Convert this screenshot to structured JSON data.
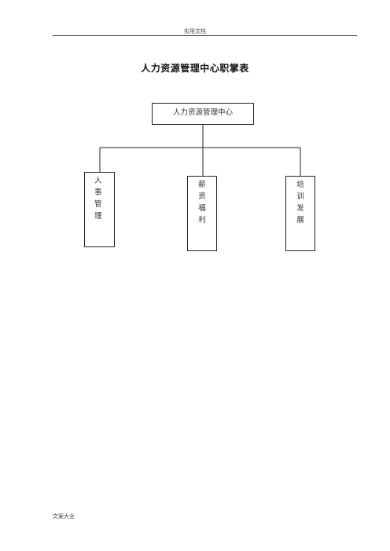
{
  "header": {
    "text": "实用文档"
  },
  "title": "人力资源管理中心职掌表",
  "org_chart": {
    "root": "人力资源管理中心",
    "children": [
      {
        "chars": [
          "人",
          "事",
          "管",
          "理"
        ]
      },
      {
        "chars": [
          "薪",
          "资",
          "福",
          "利"
        ]
      },
      {
        "chars": [
          "培",
          "训",
          "发",
          "展"
        ]
      }
    ]
  },
  "footer": {
    "text": "文案大全"
  },
  "colors": {
    "line": "#222222",
    "text": "#333333"
  }
}
